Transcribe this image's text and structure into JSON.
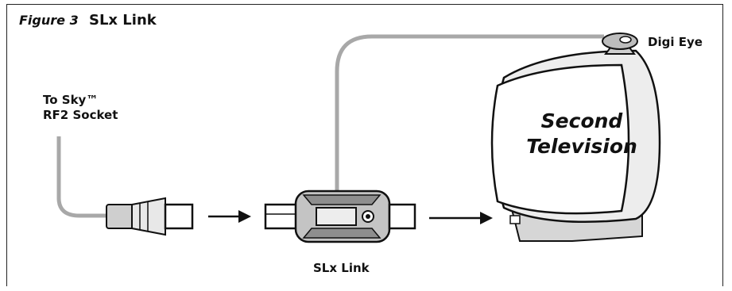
{
  "figure": {
    "number_label": "Figure 3",
    "title": "SLx Link"
  },
  "labels": {
    "source_line1": "To Sky™",
    "source_line2": "RF2 Socket",
    "digi_eye": "Digi Eye",
    "tv_line1": "Second",
    "tv_line2": "Television",
    "device": "SLx Link"
  },
  "colors": {
    "cable": "#a8a8a8",
    "outline": "#111111",
    "fill_light": "#ffffff",
    "fill_gray": "#cfcfcf",
    "fill_mid": "#b3b3b3"
  }
}
